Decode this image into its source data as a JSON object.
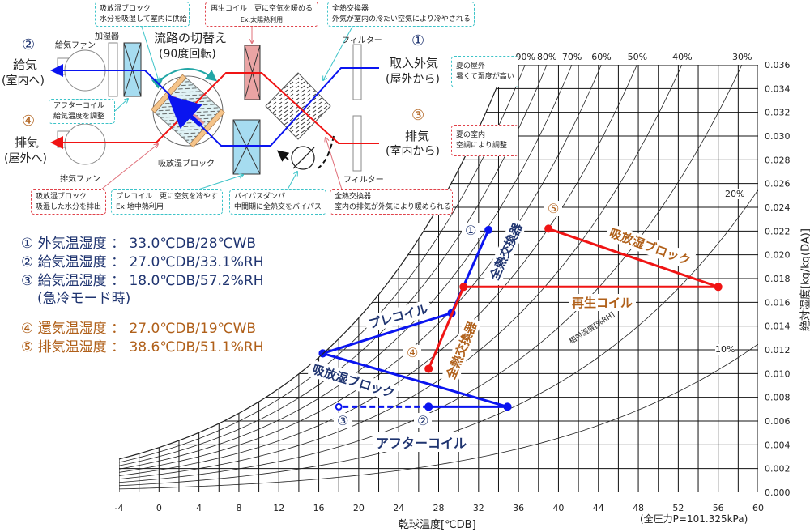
{
  "diagram": {
    "switch_title": "流路の切替え",
    "switch_sub": "(90度回転)",
    "supply_fan": "給気ファン",
    "humidifier": "加湿器",
    "exhaust_fan": "排気ファン",
    "desiccant_block": "吸放湿ブロック",
    "filter_top": "フィルター",
    "filter_bottom": "フィルター",
    "left_supply": {
      "num": "②",
      "label": "給気",
      "sub": "(室内へ)"
    },
    "left_exhaust": {
      "num": "④",
      "label": "排気",
      "sub": "(屋外へ)"
    },
    "right_intake": {
      "num": "①",
      "label": "取入外気",
      "sub": "(屋外から)"
    },
    "right_exhaust": {
      "num": "③",
      "label": "排気",
      "sub": "(室内から)"
    },
    "callouts": {
      "desiccant_supply": {
        "line1": "吸放湿ブロック",
        "line2": "水分を吸湿して室内に供給"
      },
      "regen_coil": {
        "line1": "再生コイル　更に空気を暖める",
        "line2": "Ex.太陽熱利用"
      },
      "hx_top": {
        "line1": "全熱交換器",
        "line2": "外気が室内の冷たい空気により冷やされる"
      },
      "after_coil": {
        "line1": "アフターコイル",
        "line2": "給気温度を調整"
      },
      "desiccant_exhaust": {
        "line1": "吸放湿ブロック",
        "line2": "吸湿した水分を排出"
      },
      "pre_coil": {
        "line1": "プレコイル　更に空気を冷やす",
        "line2": "Ex.地中熱利用"
      },
      "bypass": {
        "line1": "バイパスダンパ",
        "line2": "中間期に全熱交をバイパス"
      },
      "hx_bottom": {
        "line1": "全熱交換器",
        "line2": "室内の排気が外気により暖められる"
      },
      "summer_outdoor": {
        "line1": "夏の屋外",
        "line2": "暑くて湿度が高い"
      },
      "summer_indoor": {
        "line1": "夏の室内",
        "line2": "空調により調整"
      }
    }
  },
  "legend": [
    {
      "num": "①",
      "name": "外気温湿度",
      "sep": "：",
      "value": "33.0℃DB/28℃WB"
    },
    {
      "num": "②",
      "name": "給気温湿度",
      "sep": "：",
      "value": "27.0℃DB/33.1%RH"
    },
    {
      "num": "③",
      "name": "給気温湿度",
      "sep": "：",
      "value": "18.0℃DB/57.2%RH"
    },
    {
      "note": "(急冷モード時)"
    },
    {
      "num": "④",
      "name": "還気温湿度",
      "sep": "：",
      "value": "27.0℃DB/19℃WB"
    },
    {
      "num": "⑤",
      "name": "排気温湿度",
      "sep": "：",
      "value": "38.6℃DB/51.1%RH"
    }
  ],
  "colors": {
    "supply": "#0a14f0",
    "exhaust": "#f01414",
    "navy": "#1f3470",
    "brown": "#b0601a"
  },
  "chart_data": {
    "type": "line",
    "title": "",
    "xlabel": "乾球温度[℃DB]",
    "ylabel": "絶対湿度[kg/kg(DA)]",
    "xlim": [
      -4,
      60
    ],
    "ylim": [
      0,
      0.036
    ],
    "x_ticks": [
      "-4",
      "0",
      "4",
      "8",
      "12",
      "16",
      "20",
      "24",
      "28",
      "32",
      "36",
      "40",
      "44",
      "48",
      "52",
      "56",
      "60"
    ],
    "y_ticks": [
      "0.000",
      "0.002",
      "0.004",
      "0.006",
      "0.008",
      "0.010",
      "0.012",
      "0.014",
      "0.016",
      "0.018",
      "0.020",
      "0.022",
      "0.024",
      "0.026",
      "0.028",
      "0.030",
      "0.032",
      "0.034",
      "0.036"
    ],
    "pressure_note": "(全圧力P=101.325kPa)",
    "rh_axis_label": "相対湿度[%RH]",
    "rh_curves": [
      10,
      20,
      30,
      40,
      50,
      60,
      70,
      80,
      90,
      100
    ],
    "rh_top_labels": [
      {
        "rh": 90,
        "text": "90%"
      },
      {
        "rh": 80,
        "text": "80%"
      },
      {
        "rh": 70,
        "text": "70%"
      },
      {
        "rh": 60,
        "text": "60%"
      },
      {
        "rh": 50,
        "text": "50%"
      },
      {
        "rh": 40,
        "text": "40%"
      },
      {
        "rh": 30,
        "text": "30%"
      }
    ],
    "rh_side_labels": {
      "20": "20%",
      "10": "10%"
    },
    "grid": true,
    "points": [
      {
        "id": "①",
        "t": 33.0,
        "w": 0.0221,
        "series": "supply"
      },
      {
        "id": "②",
        "t": 27.0,
        "w": 0.0072,
        "series": "supply"
      },
      {
        "id": "③",
        "t": 18.0,
        "w": 0.0072,
        "series": "supply",
        "hollow": true
      },
      {
        "id": "④",
        "t": 27.0,
        "w": 0.0104,
        "series": "exhaust"
      },
      {
        "id": "⑤",
        "t": 39.0,
        "w": 0.0222,
        "series": "exhaust"
      }
    ],
    "series": [
      {
        "name": "supply",
        "process_labels": [
          "全熱交換器",
          "プレコイル",
          "吸放湿ブロック",
          "アフターコイル"
        ],
        "segments": [
          {
            "from": [
              33.0,
              0.0221
            ],
            "to": [
              29.3,
              0.0151
            ]
          },
          {
            "from": [
              29.3,
              0.0151
            ],
            "to": [
              16.4,
              0.0117
            ]
          },
          {
            "from": [
              16.4,
              0.0117
            ],
            "to": [
              34.9,
              0.0072
            ]
          },
          {
            "from": [
              34.9,
              0.0072
            ],
            "to": [
              27.0,
              0.0072
            ]
          },
          {
            "from": [
              27.0,
              0.0072
            ],
            "to": [
              18.0,
              0.0072
            ],
            "dashed": true
          }
        ]
      },
      {
        "name": "exhaust",
        "process_labels": [
          "全熱交換器",
          "再生コイル",
          "吸放湿ブロック"
        ],
        "segments": [
          {
            "from": [
              27.0,
              0.0104
            ],
            "to": [
              30.5,
              0.0173
            ]
          },
          {
            "from": [
              30.5,
              0.0173
            ],
            "to": [
              56.0,
              0.0173
            ]
          },
          {
            "from": [
              56.0,
              0.0173
            ],
            "to": [
              39.0,
              0.0222
            ]
          }
        ]
      }
    ]
  }
}
